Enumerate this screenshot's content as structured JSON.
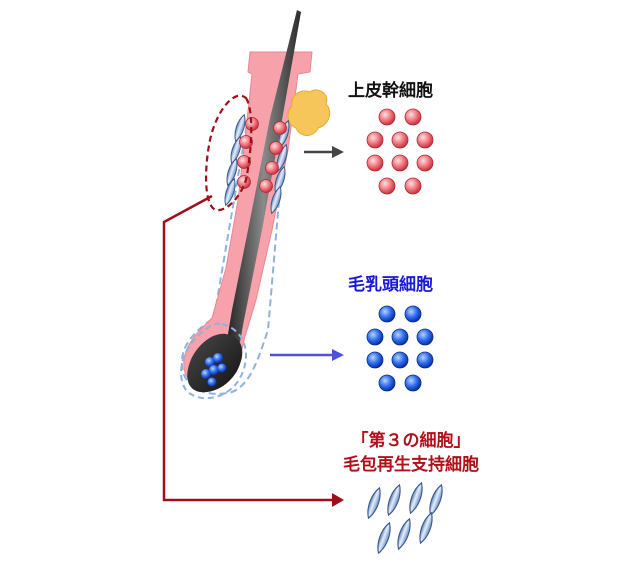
{
  "labels": {
    "epithelial_stem_cell": "上皮幹細胞",
    "dermal_papilla_cell": "毛乳頭細胞",
    "third_cell_line1": "「第３の細胞」",
    "third_cell_line2": "毛包再生支持細胞"
  },
  "colors": {
    "epithelial": "#e8606a",
    "epithelial_highlight": "#ffd0d4",
    "papilla": "#1e5ae0",
    "papilla_highlight": "#a8c8ff",
    "support_cell": "#8fb2e0",
    "support_cell_edge": "#3a5a8c",
    "hair_sheath": "#f7a2aa",
    "hair_shaft": "#3a3a3a",
    "bracket_line": "#a00e18",
    "arrow_black": "#444444",
    "arrow_blue": "#5050e0",
    "sebaceous_gland": "#f6c65a"
  }
}
